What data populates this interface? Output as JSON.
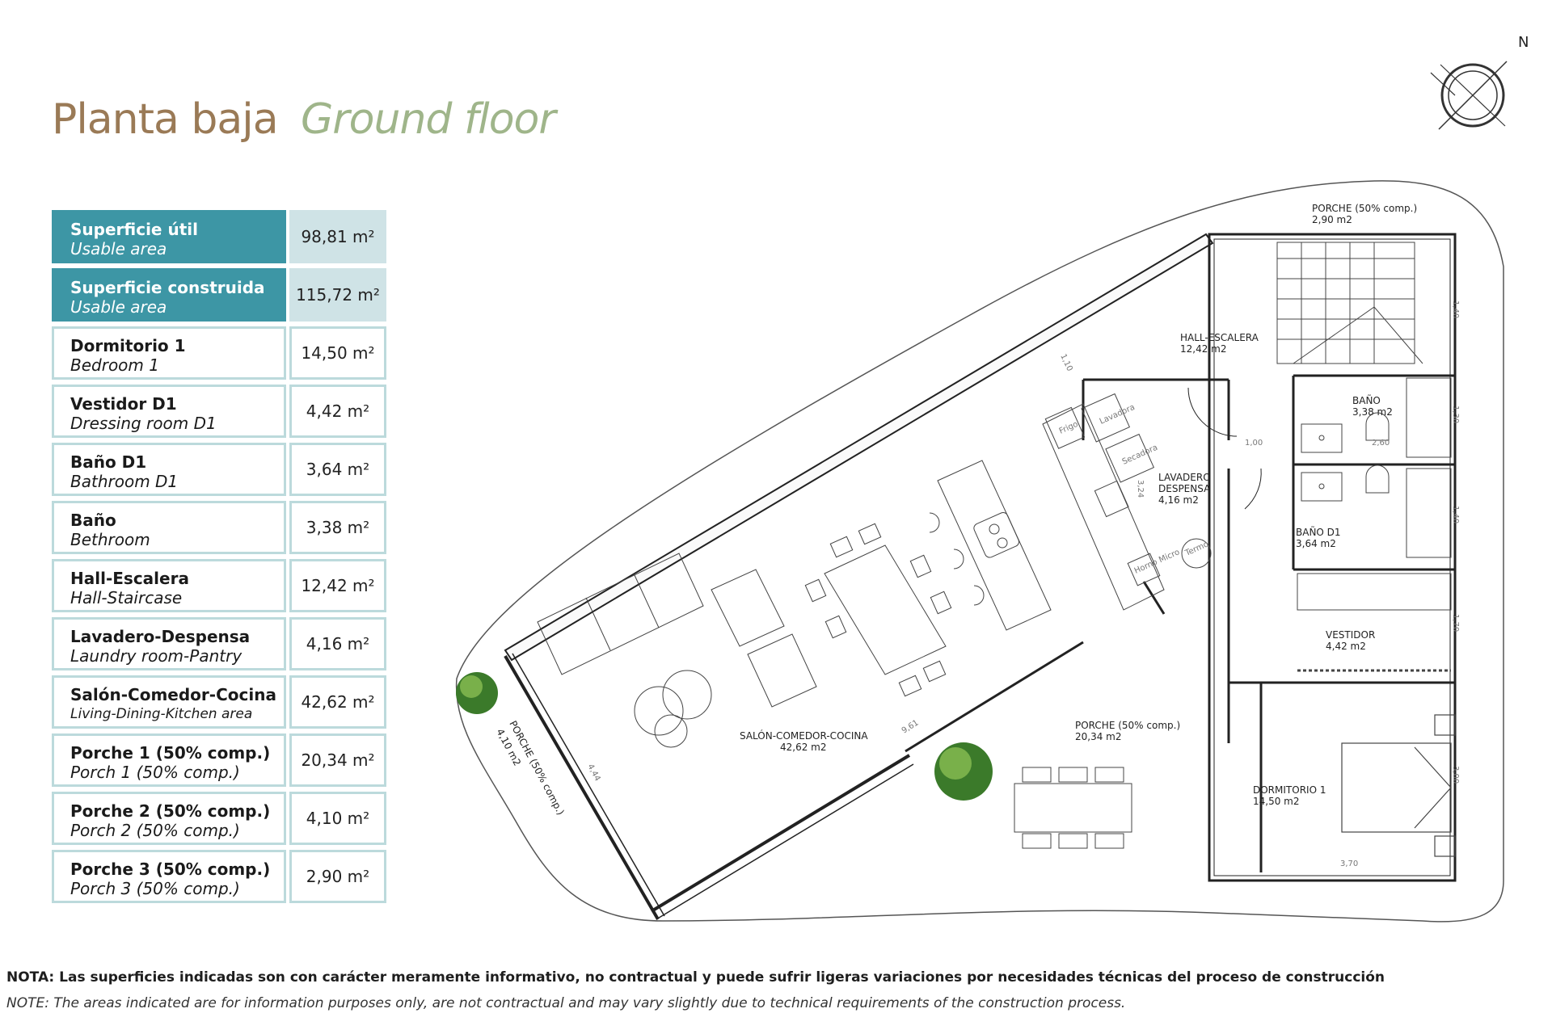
{
  "title": {
    "es": "Planta baja",
    "en": "Ground floor"
  },
  "compass_label": "N",
  "areas": [
    {
      "es": "Superficie útil",
      "en": "Usable area",
      "value": "98,81 m²"
    },
    {
      "es": "Superficie construida",
      "en": "Usable area",
      "value": "115,72 m²"
    },
    {
      "es": "Dormitorio 1",
      "en": "Bedroom 1",
      "value": "14,50 m²"
    },
    {
      "es": "Vestidor D1",
      "en": "Dressing room D1",
      "value": "4,42 m²"
    },
    {
      "es": "Baño D1",
      "en": "Bathroom D1",
      "value": "3,64 m²"
    },
    {
      "es": "Baño",
      "en": "Bethroom",
      "value": "3,38 m²"
    },
    {
      "es": "Hall-Escalera",
      "en": "Hall-Staircase",
      "value": "12,42 m²"
    },
    {
      "es": "Lavadero-Despensa",
      "en": "Laundry room-Pantry",
      "value": "4,16 m²"
    },
    {
      "es": "Salón-Comedor-Cocina",
      "en": "Living-Dining-Kitchen area",
      "value": "42,62 m²"
    },
    {
      "es": "Porche 1 (50% comp.)",
      "en": "Porch 1 (50% comp.)",
      "value": "20,34 m²"
    },
    {
      "es": "Porche 2 (50% comp.)",
      "en": "Porch 2 (50% comp.)",
      "value": "4,10 m²"
    },
    {
      "es": "Porche 3 (50% comp.)",
      "en": "Porch 3 (50% comp.)",
      "value": "2,90 m²"
    }
  ],
  "rooms": {
    "porche_top": {
      "name": "PORCHE (50% comp.)",
      "area": "2,90 m2"
    },
    "hall": {
      "name": "HALL-ESCALERA",
      "area": "12,42 m2"
    },
    "bano": {
      "name": "BAÑO",
      "area": "3,38 m2"
    },
    "lavadero": {
      "name1": "LAVADERO",
      "name2": "DESPENSA",
      "area": "4,16 m2"
    },
    "bano_d1": {
      "name": "BAÑO D1",
      "area": "3,64 m2"
    },
    "vestidor": {
      "name": "VESTIDOR",
      "area": "4,42 m2"
    },
    "salon": {
      "name": "SALÓN-COMEDOR-COCINA",
      "area": "42,62 m2"
    },
    "porche_mid": {
      "name": "PORCHE (50% comp.)",
      "area": "20,34 m2"
    },
    "dormitorio": {
      "name": "DORMITORIO 1",
      "area": "14,50 m2"
    },
    "porche_left": {
      "name": "PORCHE (50% comp.)",
      "area": "4,10 m2"
    }
  },
  "fixtures": {
    "frigo": "Frigo",
    "lavadora": "Lavadora",
    "secadora": "Secadora",
    "termo": "Termo",
    "horno": "Horno Micro"
  },
  "dimensions": {
    "d1": "1,10",
    "d2": "1,00",
    "d3": "2,60",
    "d4": "3,24",
    "d5": "9,61",
    "d6": "4,44",
    "d7": "1,40",
    "d8": "1,30",
    "d9": "1,40",
    "d10": "1,70",
    "d11": "3,00",
    "d12": "3,70"
  },
  "notes": {
    "es": "NOTA: Las superficies indicadas son con carácter meramente informativo, no contractual y puede sufrir ligeras variaciones por necesidades técnicas del proceso de construcción",
    "en": "NOTE: The areas indicated are for information purposes only, are not contractual and may vary slightly due to technical requirements of the construction process."
  }
}
